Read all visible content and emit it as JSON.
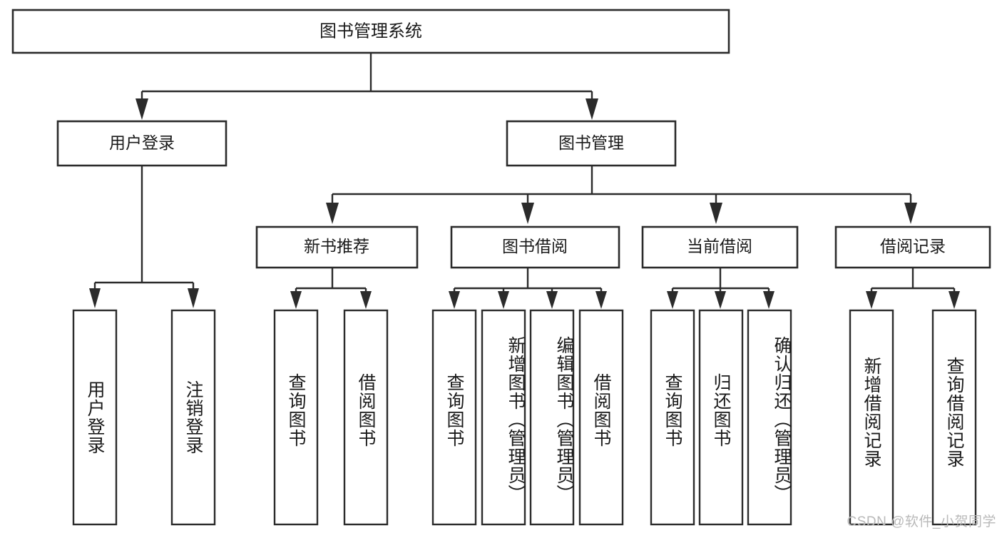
{
  "diagram": {
    "type": "tree-hierarchy",
    "title": "图书管理系统",
    "orientation": "top-down",
    "root": {
      "id": "root",
      "label": "图书管理系统"
    },
    "level2": [
      {
        "id": "user-login",
        "label": "用户登录"
      },
      {
        "id": "book-manage",
        "label": "图书管理"
      }
    ],
    "level3": [
      {
        "id": "new-book-rec",
        "label": "新书推荐",
        "parent": "book-manage"
      },
      {
        "id": "book-borrow",
        "label": "图书借阅",
        "parent": "book-manage"
      },
      {
        "id": "current-borrow",
        "label": "当前借阅",
        "parent": "book-manage"
      },
      {
        "id": "borrow-record",
        "label": "借阅记录",
        "parent": "book-manage"
      }
    ],
    "leaves": {
      "user-login": [
        {
          "id": "leaf-user-login",
          "label": "用户登录"
        },
        {
          "id": "leaf-logout",
          "label": "注销登录"
        }
      ],
      "new-book-rec": [
        {
          "id": "leaf-query-book-1",
          "label": "查询图书"
        },
        {
          "id": "leaf-borrow-book-1",
          "label": "借阅图书"
        }
      ],
      "book-borrow": [
        {
          "id": "leaf-query-book-2",
          "label": "查询图书"
        },
        {
          "id": "leaf-add-book",
          "label": "新增图书（管理员）"
        },
        {
          "id": "leaf-edit-book",
          "label": "编辑图书（管理员）"
        },
        {
          "id": "leaf-borrow-book-2",
          "label": "借阅图书"
        }
      ],
      "current-borrow": [
        {
          "id": "leaf-query-book-3",
          "label": "查询图书"
        },
        {
          "id": "leaf-return-book",
          "label": "归还图书"
        },
        {
          "id": "leaf-confirm-return",
          "label": "确认归还（管理员）"
        }
      ],
      "borrow-record": [
        {
          "id": "leaf-add-record",
          "label": "新增借阅记录"
        },
        {
          "id": "leaf-query-record",
          "label": "查询借阅记录"
        }
      ]
    }
  },
  "watermark": {
    "text": "CSDN @软件_小贺同学"
  },
  "colors": {
    "stroke": "#2b2b2b",
    "fill": "#ffffff",
    "text": "#1a1a1a",
    "watermark": "#b9b9b9",
    "background": "#ffffff"
  }
}
